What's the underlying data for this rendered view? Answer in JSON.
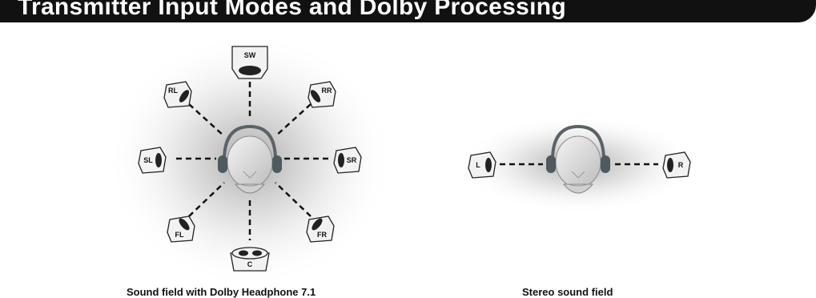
{
  "header": {
    "title": "Transmitter Input Modes and Dolby Processing"
  },
  "surround": {
    "caption": "Sound field with Dolby Headphone 7.1",
    "speakers": {
      "sw": "SW",
      "rl": "RL",
      "rr": "RR",
      "sl": "SL",
      "sr": "SR",
      "fl": "FL",
      "fr": "FR",
      "c": "C"
    }
  },
  "stereo": {
    "caption": "Stereo sound field",
    "speakers": {
      "l": "L",
      "r": "R"
    }
  },
  "colors": {
    "banner": "#111111",
    "head": "#dcdcdc",
    "headphone": "#4f5a60",
    "dash": "#111111"
  }
}
